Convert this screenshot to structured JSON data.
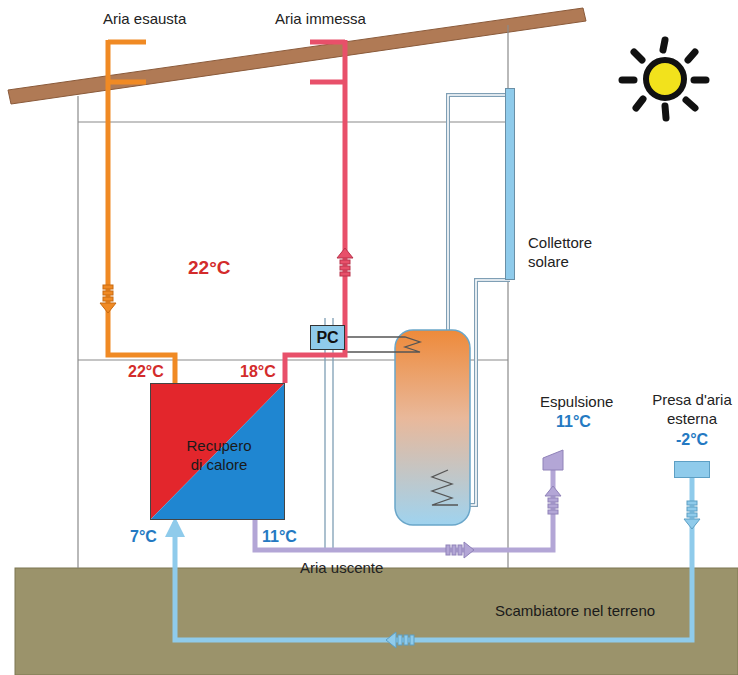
{
  "diagram": {
    "nodes": [
      {
        "text": [
          "Collettore solare"
        ]
      },
      {
        "text": [
          "PC"
        ]
      },
      {
        "text": [
          "Recupero di calore"
        ]
      },
      {
        "text": [
          "Presa d'aria esterna",
          "-2°C"
        ]
      },
      {
        "text": [
          "Scambiatore nel terreno"
        ]
      }
    ],
    "edges": [
      {
        "from": 3,
        "to": 2,
        "arrow": "to"
      }
    ],
    "labels": [
      "Aria esausta",
      "Aria immessa",
      "22°C",
      "22°C",
      "18°C",
      "7°C",
      "11°C",
      "Espulsione",
      "11°C",
      "Aria uscente"
    ]
  }
}
